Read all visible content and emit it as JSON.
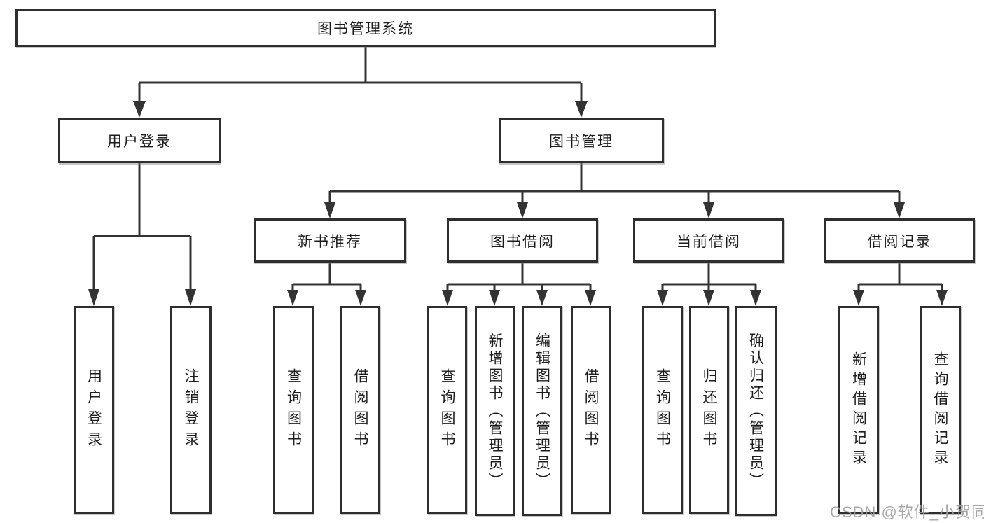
{
  "diagram": {
    "root": {
      "label": "图书管理系统"
    },
    "level2": [
      {
        "label": "用户登录"
      },
      {
        "label": "图书管理"
      }
    ],
    "level3": [
      {
        "label": "新书推荐"
      },
      {
        "label": "图书借阅"
      },
      {
        "label": "当前借阅"
      },
      {
        "label": "借阅记录"
      }
    ],
    "leaves": {
      "user_login": [
        {
          "label": "用户登录"
        },
        {
          "label": "注销登录"
        }
      ],
      "new_book_recommend": [
        {
          "label": "查询图书"
        },
        {
          "label": "借阅图书"
        }
      ],
      "book_borrowing": [
        {
          "label": "查询图书"
        },
        {
          "label": "新增图书（管理员）"
        },
        {
          "label": "编辑图书（管理员）"
        },
        {
          "label": "借阅图书"
        }
      ],
      "current_borrowing": [
        {
          "label": "查询图书"
        },
        {
          "label": "归还图书"
        },
        {
          "label": "确认归还（管理员）"
        }
      ],
      "borrowing_records": [
        {
          "label": "新增借阅记录"
        },
        {
          "label": "查询借阅记录"
        }
      ]
    }
  },
  "watermark": {
    "text": "CSDN @软件_小贺同学",
    "color": "#9d9d9d"
  },
  "colors": {
    "background": "#ffffff",
    "line": "#333333",
    "box_border": "#2e2e2e",
    "box_fill": "#ffffff",
    "text": "#1c1c1c",
    "watermark": "#9d9d9d"
  }
}
